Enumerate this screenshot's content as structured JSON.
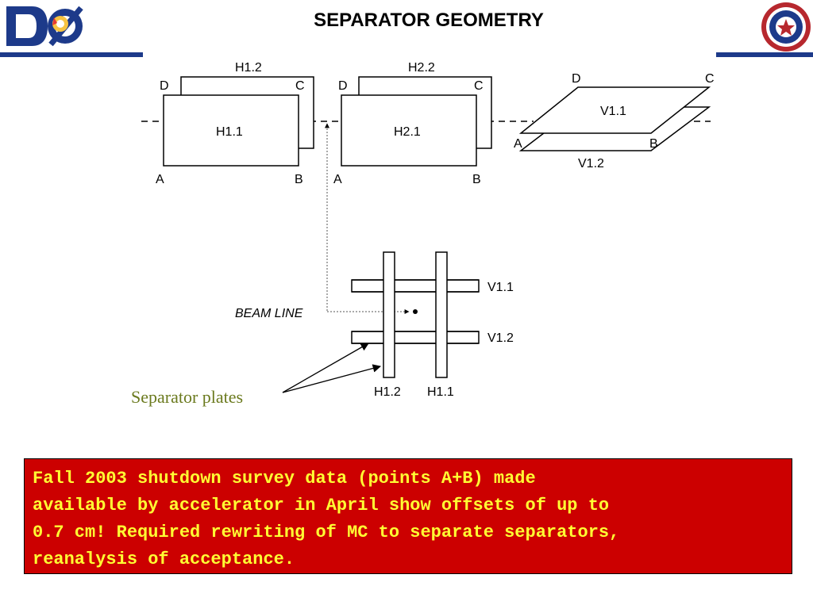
{
  "slide": {
    "title": "SEPARATOR GEOMETRY"
  },
  "logos": {
    "left": {
      "icon": "d0-experiment-logo",
      "text": "DØ"
    },
    "right": {
      "icon": "university-seal-logo"
    }
  },
  "diagram_top": {
    "h1": {
      "back": "H1.2",
      "front": "H1.1",
      "corners": [
        "D",
        "C",
        "A",
        "B"
      ]
    },
    "h2": {
      "back": "H2.2",
      "front": "H2.1",
      "corners": [
        "D",
        "C",
        "A",
        "B"
      ]
    },
    "v": {
      "top": "V1.1",
      "bottom": "V1.2",
      "corners": [
        "D",
        "C",
        "A",
        "B"
      ]
    }
  },
  "diagram_bottom": {
    "v_top_label": "V1.1",
    "v_bottom_label": "V1.2",
    "h_left_label": "H1.2",
    "h_right_label": "H1.1",
    "beam_label": "BEAM LINE"
  },
  "separator_label": "Separator plates",
  "note_text": "Fall 2003 shutdown survey data (points A+B) made\navailable by accelerator in April show offsets of up to\n0.7 cm! Required rewriting of MC to separate separators,\nreanalysis of acceptance.",
  "colors": {
    "header_bar": "#1d3a8a",
    "note_background": "#cc0000",
    "note_text": "#ffff33",
    "separator_label": "#6b7a1e"
  }
}
